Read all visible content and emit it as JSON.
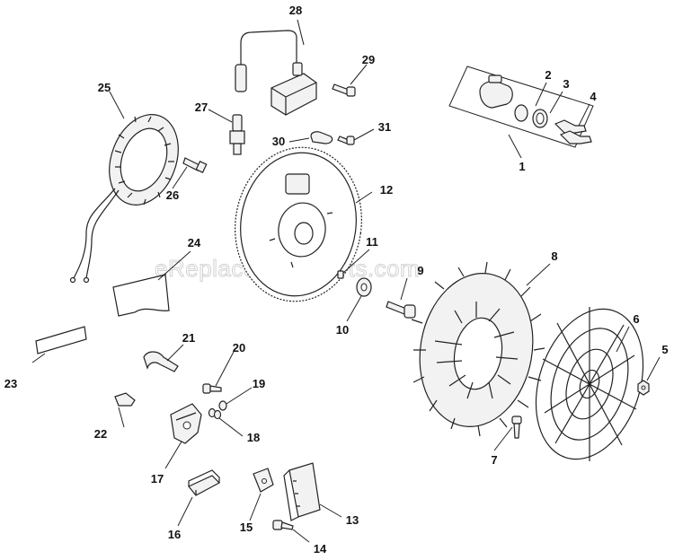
{
  "watermark": "eReplacementParts.com",
  "labels": {
    "c1": "1",
    "c2": "2",
    "c3": "3",
    "c4": "4",
    "c5": "5",
    "c6": "6",
    "c7": "7",
    "c8": "8",
    "c9": "9",
    "c10": "10",
    "c11": "11",
    "c12": "12",
    "c13": "13",
    "c14": "14",
    "c15": "15",
    "c16": "16",
    "c17": "17",
    "c18": "18",
    "c19": "19",
    "c20": "20",
    "c21": "21",
    "c22": "22",
    "c23": "23",
    "c24": "24",
    "c25": "25",
    "c26": "26",
    "c27": "27",
    "c28": "28",
    "c29": "29",
    "c30": "30",
    "c31": "31"
  }
}
